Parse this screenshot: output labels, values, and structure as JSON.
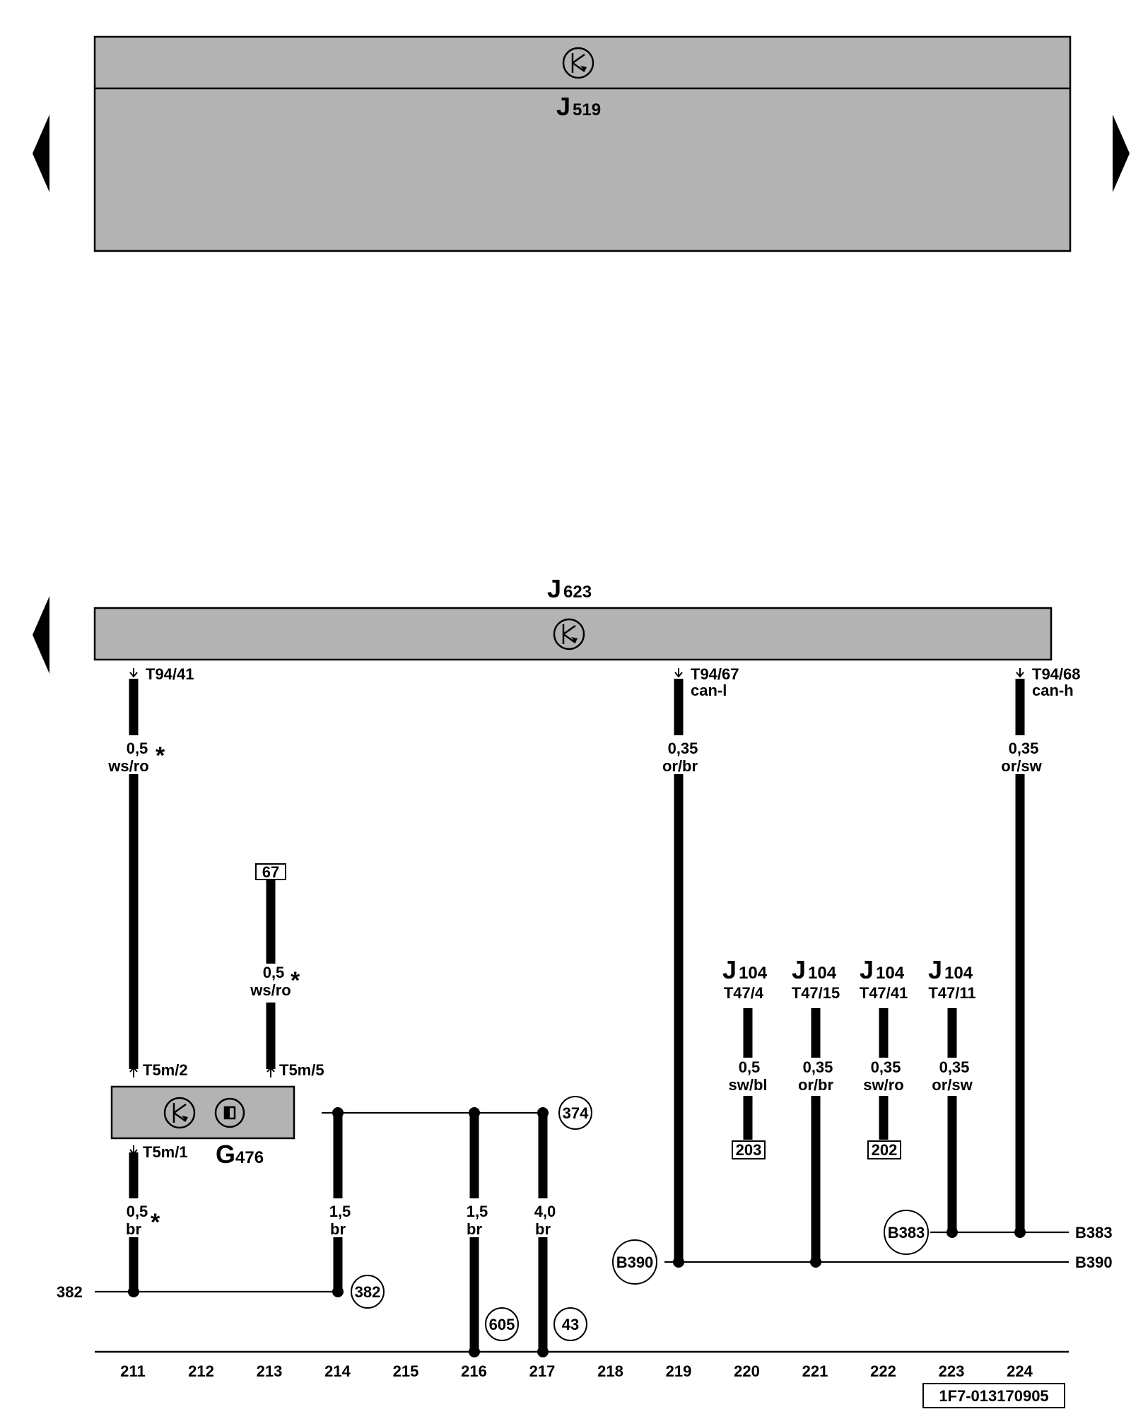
{
  "modules": {
    "j519": {
      "main": "J",
      "sub": "519"
    },
    "j623": {
      "main": "J",
      "sub": "623"
    },
    "g476": {
      "main": "G",
      "sub": "476"
    },
    "j104_1": {
      "main": "J",
      "sub": "104",
      "pin": "T47/4"
    },
    "j104_2": {
      "main": "J",
      "sub": "104",
      "pin": "T47/15"
    },
    "j104_3": {
      "main": "J",
      "sub": "104",
      "pin": "T47/41"
    },
    "j104_4": {
      "main": "J",
      "sub": "104",
      "pin": "T47/11"
    }
  },
  "connectors": {
    "t94_41": "T94/41",
    "t94_67": "T94/67",
    "t94_67_sig": "can-l",
    "t94_68": "T94/68",
    "t94_68_sig": "can-h",
    "t5m_2": "T5m/2",
    "t5m_5": "T5m/5",
    "t5m_1": "T5m/1"
  },
  "wires": {
    "w211_top": {
      "size": "0,5",
      "color": "ws/ro",
      "mark": "*"
    },
    "w213": {
      "size": "0,5",
      "color": "ws/ro",
      "mark": "*"
    },
    "w211_bot": {
      "size": "0,5",
      "color": "br",
      "mark": "*"
    },
    "w214": {
      "size": "1,5",
      "color": "br"
    },
    "w216": {
      "size": "1,5",
      "color": "br"
    },
    "w217": {
      "size": "4,0",
      "color": "br"
    },
    "w219": {
      "size": "0,35",
      "color": "or/br"
    },
    "w224": {
      "size": "0,35",
      "color": "or/sw"
    },
    "w220": {
      "size": "0,5",
      "color": "sw/bl"
    },
    "w221": {
      "size": "0,35",
      "color": "or/br"
    },
    "w222": {
      "size": "0,35",
      "color": "sw/ro"
    },
    "w223": {
      "size": "0,35",
      "color": "or/sw"
    }
  },
  "refs": {
    "box67": "67",
    "box203": "203",
    "box202": "202",
    "c374": "374",
    "c382": "382",
    "c605": "605",
    "c43": "43",
    "c390": "B390",
    "c383": "B383",
    "edge382": "382",
    "edge_b383": "B383",
    "edge_b390": "B390"
  },
  "tracks": [
    "211",
    "212",
    "213",
    "214",
    "215",
    "216",
    "217",
    "218",
    "219",
    "220",
    "221",
    "222",
    "223",
    "224"
  ],
  "doc_id": "1F7-013170905",
  "icons": [
    "nav-left-icon",
    "nav-right-icon",
    "control-unit-icon",
    "sensor-icon"
  ]
}
